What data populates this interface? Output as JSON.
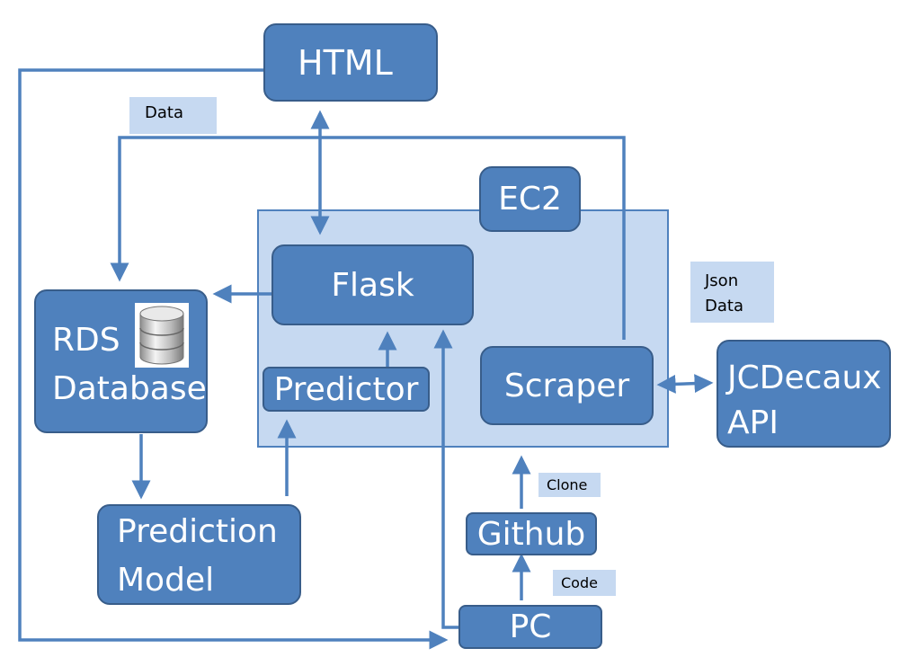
{
  "nodes": {
    "html": "HTML",
    "ec2": "EC2",
    "flask": "Flask",
    "rds_line1": "RDS",
    "rds_line2": "Database",
    "predictor": "Predictor",
    "scraper": "Scraper",
    "jcdecaux_line1": "JCDecaux",
    "jcdecaux_line2": "API",
    "prediction_line1": "Prediction",
    "prediction_line2": "Model",
    "github": "Github",
    "pc": "PC"
  },
  "labels": {
    "data": "Data",
    "json_line1": "Json",
    "json_line2": "Data",
    "clone": "Clone",
    "code": "Code"
  },
  "colors": {
    "box_fill": "#4f81bd",
    "box_border": "#385d8a",
    "container_fill": "#c6d9f1",
    "arrow": "#4f81bd"
  },
  "icons": {
    "database": "database-cylinder-icon"
  }
}
